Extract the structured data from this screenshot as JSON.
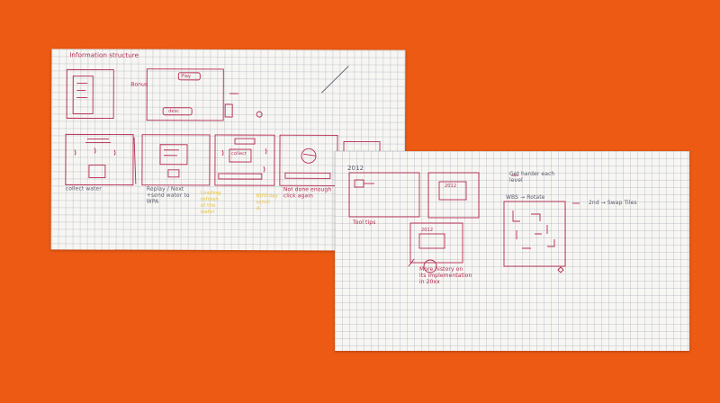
{
  "background_color": "#ec5a14",
  "ink_colors": {
    "pen": "#b6284f",
    "pencil": "#5a5a6a",
    "highlighter": "#e6c43a"
  },
  "left_sheet": {
    "heading": "Information structure",
    "notes": {
      "collect_water": "collect water",
      "replay_next": "Replay / Next\n+send water to\nWPA",
      "yellow_a": "Loading\nrefresh\nof the\nwater",
      "yellow_b": "Birthday\nscroll\nA",
      "not_done": "Not done enough\nclick again",
      "badge_left": "Bonus",
      "badge_desc": "desc",
      "badge_collect": "collect",
      "badge_play": "Play"
    }
  },
  "right_sheet": {
    "notes": {
      "year_a": "2012",
      "year_b": "2012",
      "year_c": "2012",
      "tool_tips": "Tool tips",
      "more_history": "More history on\nits implementation\nin 20xx",
      "get_harder": "Get harder each\nlevel",
      "wbs_rotate": "WBS → Rotate",
      "swap_tiles": "2nd → Swap Tiles"
    }
  }
}
